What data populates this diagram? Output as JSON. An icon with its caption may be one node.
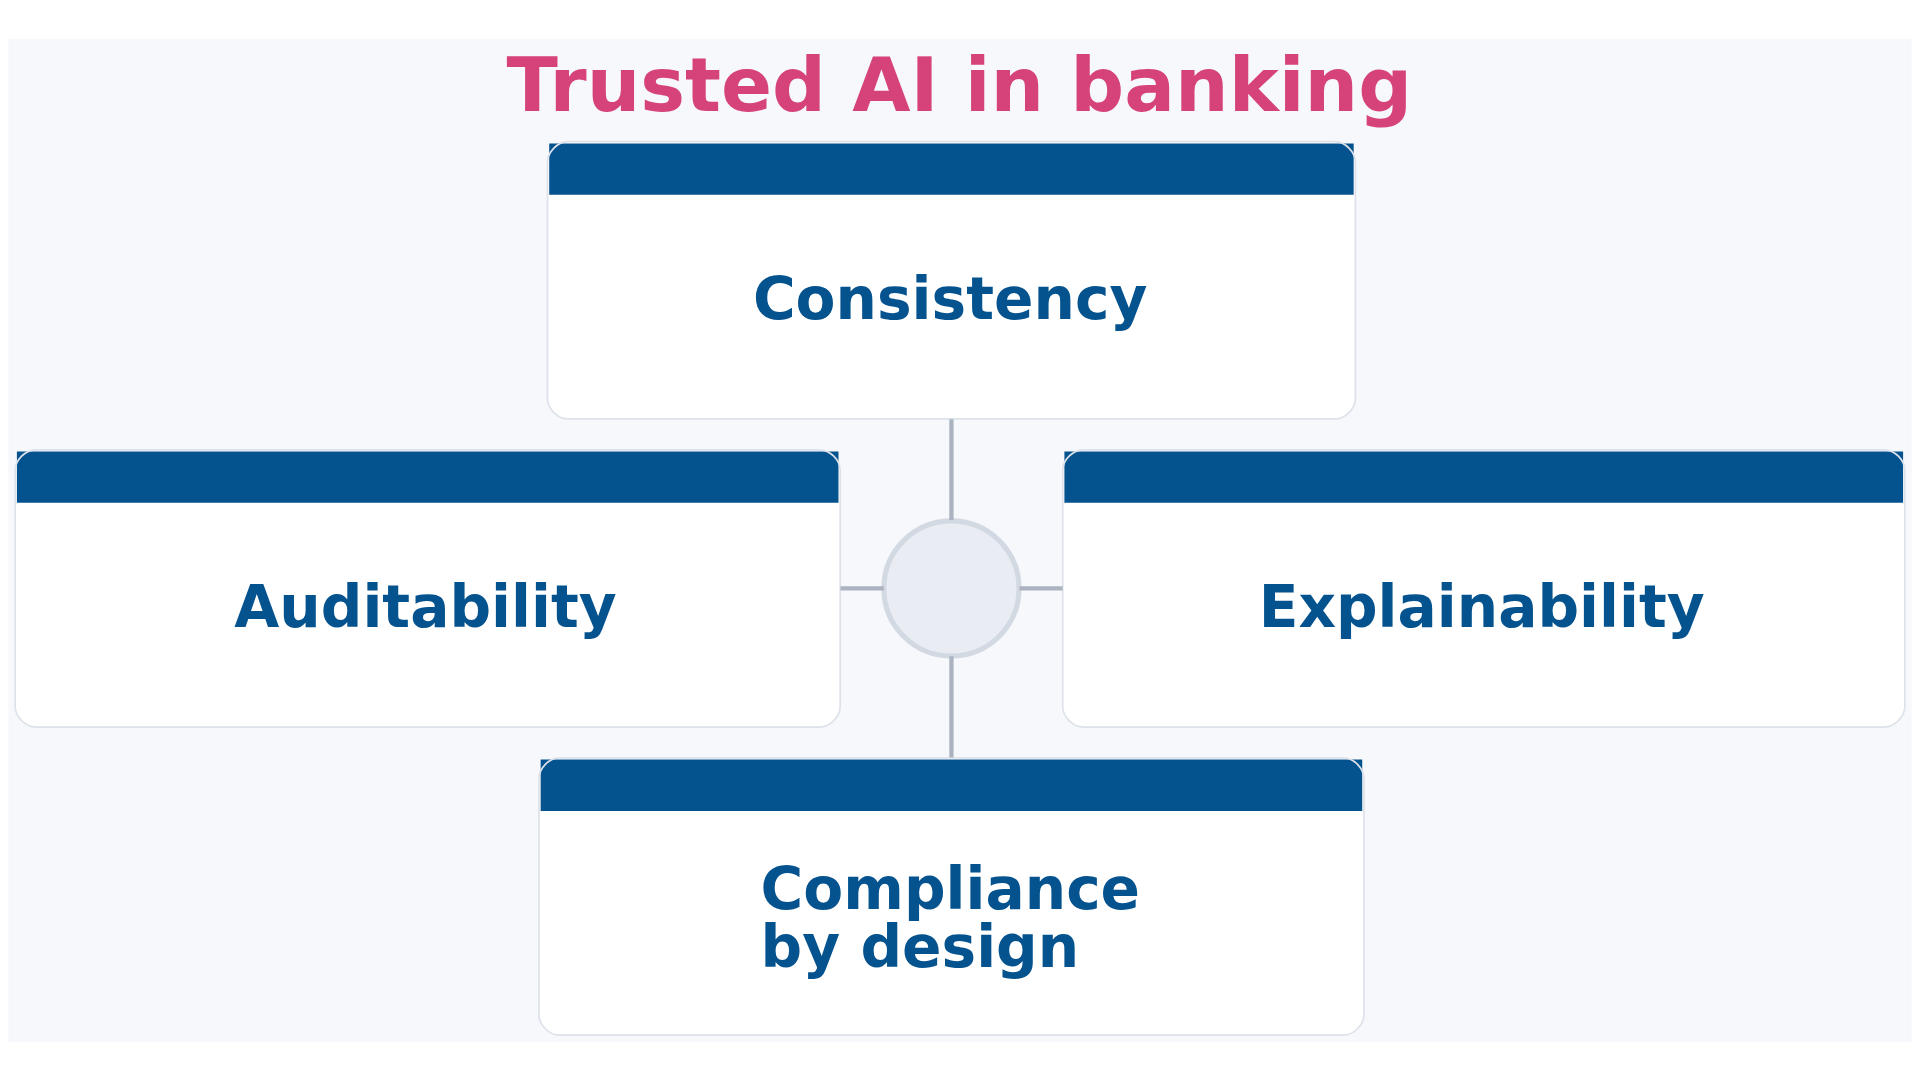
{
  "diagram": {
    "title": "Trusted AI in banking",
    "nodes": [
      {
        "text": [
          "Consistency"
        ]
      },
      {
        "text": [
          "Auditability"
        ]
      },
      {
        "text": [],
        "shape": "circle"
      },
      {
        "text": [
          "Explainability"
        ]
      },
      {
        "text": [
          "Compliance by design"
        ]
      }
    ],
    "edges": [
      {
        "from": 2,
        "to": 0,
        "arrow": "none"
      },
      {
        "from": 2,
        "to": 1,
        "arrow": "none"
      },
      {
        "from": 2,
        "to": 3,
        "arrow": "none"
      },
      {
        "from": 2,
        "to": 4,
        "arrow": "none"
      }
    ]
  }
}
